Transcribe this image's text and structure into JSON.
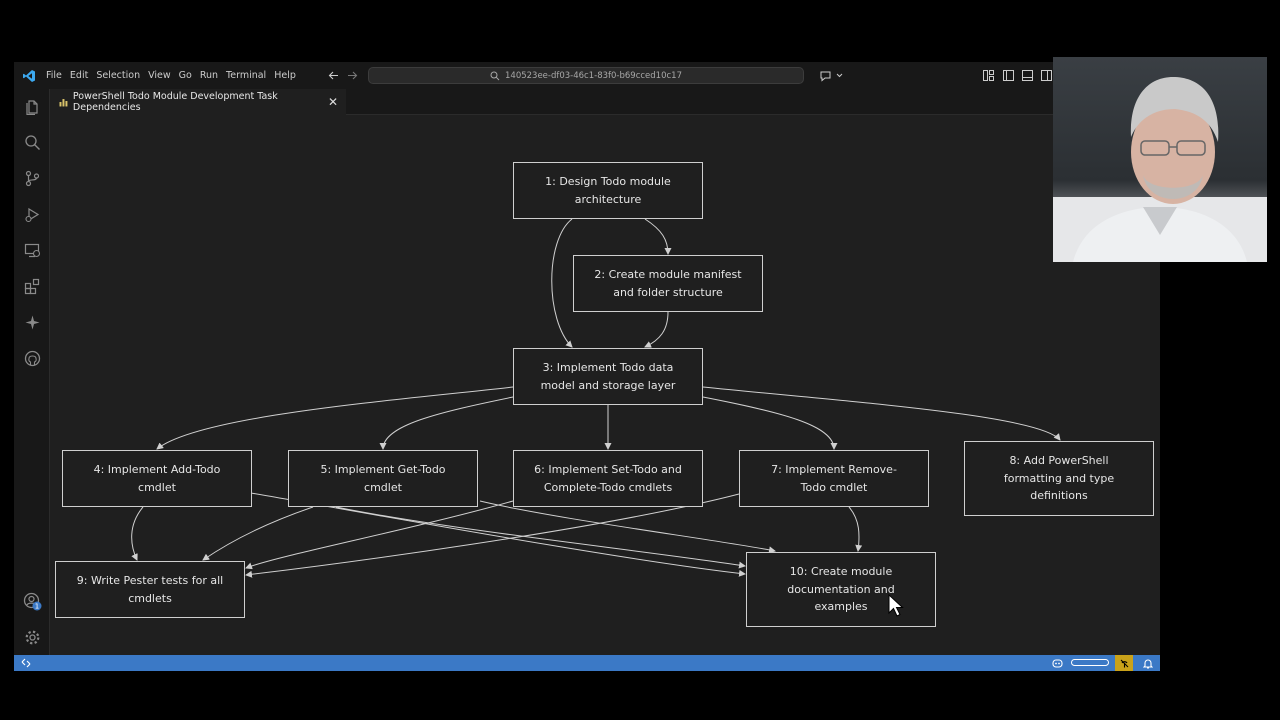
{
  "titlebar": {
    "menu": [
      "File",
      "Edit",
      "Selection",
      "View",
      "Go",
      "Run",
      "Terminal",
      "Help"
    ],
    "command_center": "140523ee-df03-46c1-83f0-b69cced10c17"
  },
  "tab": {
    "title": "PowerShell Todo Module Development Task Dependencies"
  },
  "activitybar": {
    "icons": [
      "explorer-icon",
      "search-icon",
      "source-control-icon",
      "run-debug-icon",
      "remote-explorer-icon",
      "extensions-icon",
      "copilot-icon",
      "github-icon",
      "accounts-icon",
      "settings-icon"
    ],
    "accounts_badge": "1"
  },
  "diagram": {
    "nodes": [
      {
        "id": "n1",
        "label": "1: Design Todo module\narchitecture"
      },
      {
        "id": "n2",
        "label": "2: Create module manifest\nand folder structure"
      },
      {
        "id": "n3",
        "label": "3: Implement Todo data\nmodel and storage layer"
      },
      {
        "id": "n4",
        "label": "4: Implement Add-Todo\ncmdlet"
      },
      {
        "id": "n5",
        "label": "5: Implement Get-Todo\ncmdlet"
      },
      {
        "id": "n6",
        "label": "6: Implement Set-Todo and\nComplete-Todo cmdlets"
      },
      {
        "id": "n7",
        "label": "7: Implement Remove-\nTodo cmdlet"
      },
      {
        "id": "n8",
        "label": "8: Add PowerShell\nformatting and type\ndefinitions"
      },
      {
        "id": "n9",
        "label": "9: Write Pester tests for all\ncmdlets"
      },
      {
        "id": "n10",
        "label": "10: Create module\ndocumentation and\nexamples"
      }
    ],
    "edges": [
      [
        "n1",
        "n2"
      ],
      [
        "n1",
        "n3"
      ],
      [
        "n2",
        "n3"
      ],
      [
        "n3",
        "n4"
      ],
      [
        "n3",
        "n5"
      ],
      [
        "n3",
        "n6"
      ],
      [
        "n3",
        "n7"
      ],
      [
        "n3",
        "n8"
      ],
      [
        "n4",
        "n9"
      ],
      [
        "n5",
        "n9"
      ],
      [
        "n6",
        "n9"
      ],
      [
        "n7",
        "n9"
      ],
      [
        "n4",
        "n10"
      ],
      [
        "n5",
        "n10"
      ],
      [
        "n6",
        "n10"
      ],
      [
        "n7",
        "n10"
      ]
    ]
  },
  "colors": {
    "statusbar": "#3b79c6",
    "editor_bg": "#1f1f1f",
    "node_border": "#cfcfcf",
    "edge": "#d0d0d0",
    "vscode_logo": "#3ca9f0"
  }
}
